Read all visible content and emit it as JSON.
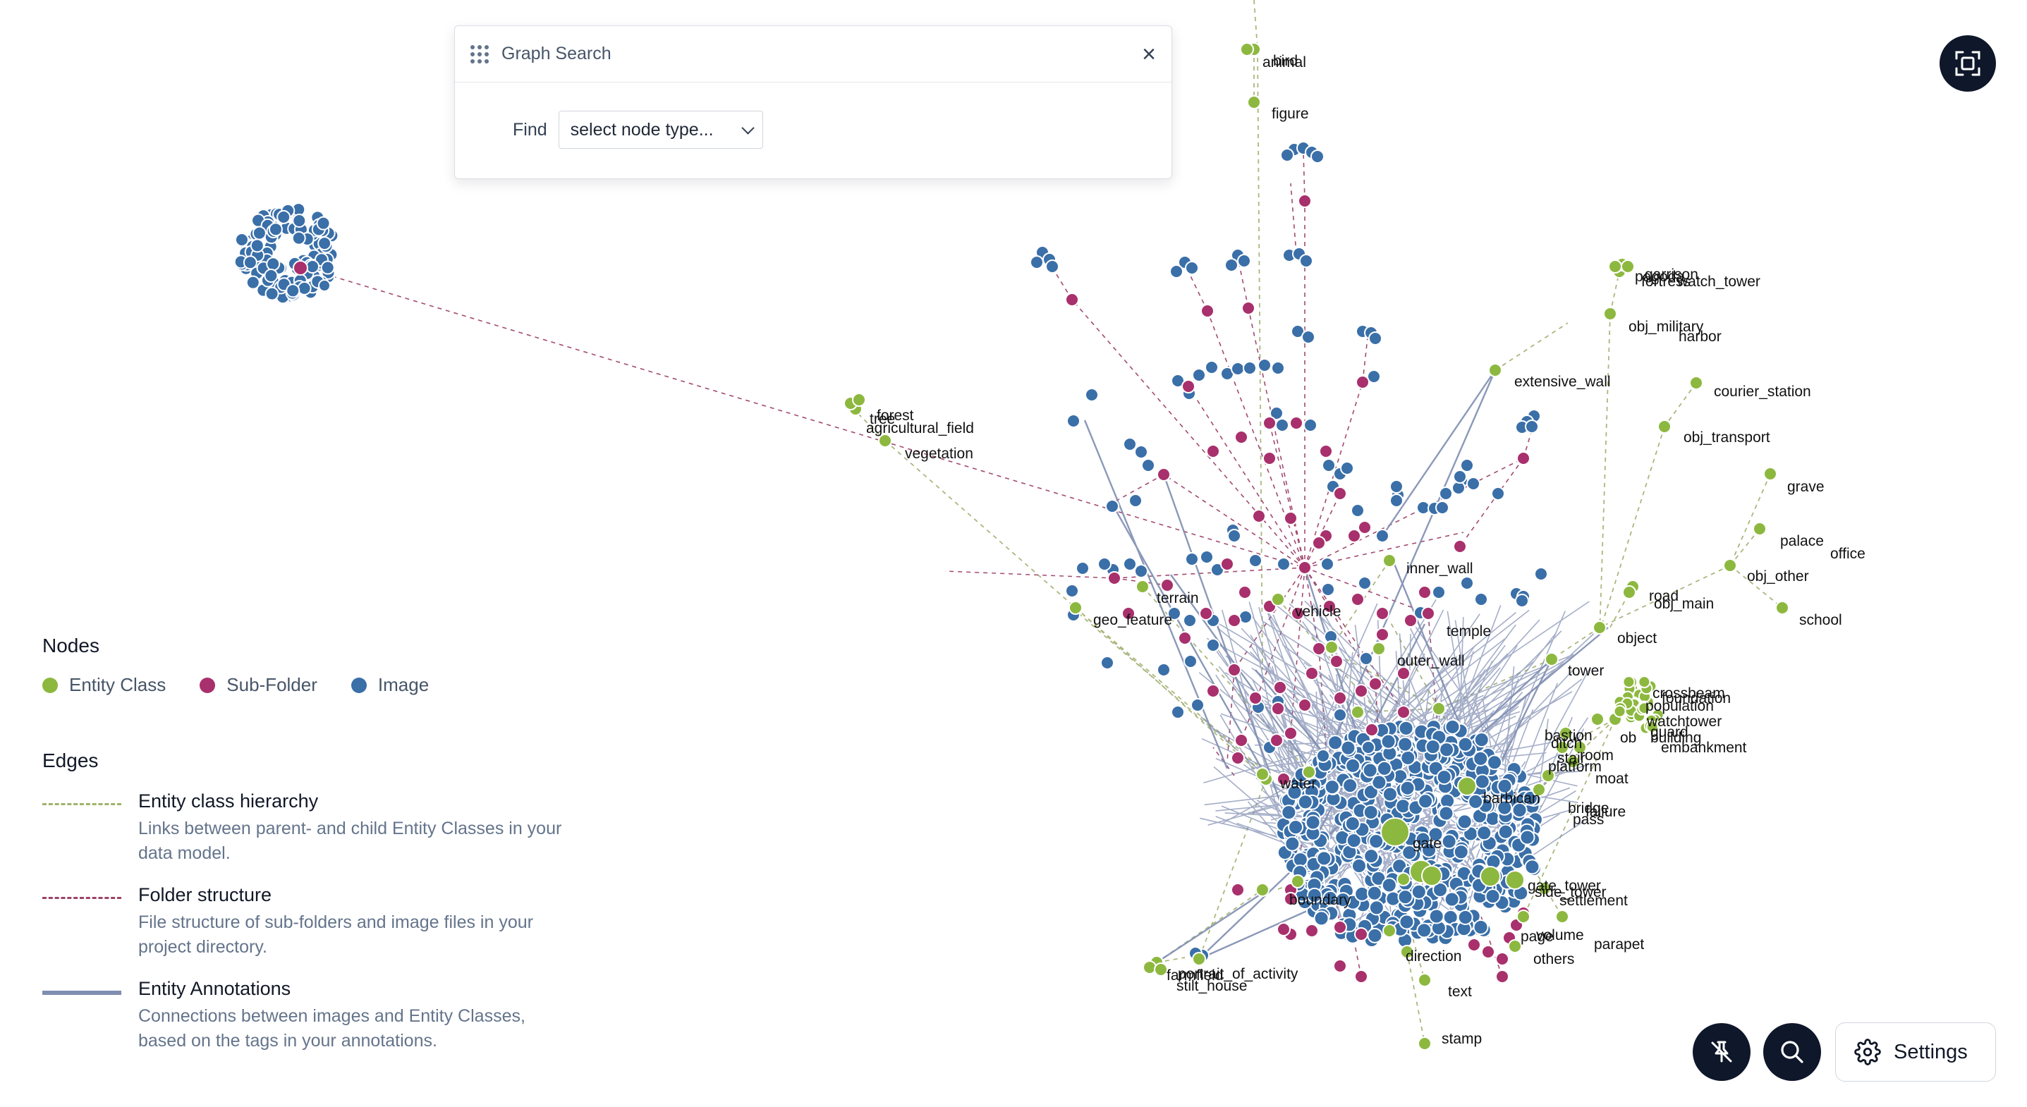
{
  "search": {
    "title": "Graph Search",
    "find_label": "Find",
    "select_value": "select node type..."
  },
  "legend": {
    "nodes_title": "Nodes",
    "node_types": [
      {
        "label": "Entity Class",
        "color": "#8db83f"
      },
      {
        "label": "Sub-Folder",
        "color": "#a8306c"
      },
      {
        "label": "Image",
        "color": "#3a6fa8"
      }
    ],
    "edges_title": "Edges",
    "edge_types": [
      {
        "title": "Entity class hierarchy",
        "desc": "Links between parent- and child Entity Classes in your data model."
      },
      {
        "title": "Folder structure",
        "desc": "File structure of sub-folders and image files in your project directory."
      },
      {
        "title": "Entity Annotations",
        "desc": "Connections between images and Entity Classes, based on the tags in your annotations."
      }
    ]
  },
  "toolbar": {
    "settings_label": "Settings",
    "icons": [
      "fit-screen-icon",
      "pin-off-icon",
      "search-icon",
      "gear-icon"
    ]
  },
  "graph": {
    "labels": [
      "animal",
      "bird",
      "figure",
      "forest",
      "tree",
      "agricultural_field",
      "vegetation",
      "extensive_wall",
      "obj_military",
      "harbor",
      "garrison",
      "fortress",
      "watch_tower",
      "pagoda",
      "courier_station",
      "obj_transport",
      "grave",
      "palace",
      "office",
      "obj_other",
      "school",
      "road",
      "obj_main",
      "object",
      "inner_wall",
      "terrain",
      "geo_feature",
      "vehicle",
      "temple",
      "outer_wall",
      "tower",
      "bastion",
      "ditch",
      "room",
      "stair",
      "platform",
      "moat",
      "water",
      "barbican",
      "bridge",
      "failure",
      "pass",
      "gate",
      "boundary",
      "gate_tower",
      "side_tower",
      "settlement",
      "page",
      "volume",
      "parapet",
      "others",
      "direction",
      "text",
      "stamp",
      "portrait_of_activity",
      "farmfield",
      "stilt_house",
      "crossbeam",
      "foundation",
      "population",
      "watchtower",
      "building",
      "embankment",
      "guard",
      "ob"
    ]
  }
}
